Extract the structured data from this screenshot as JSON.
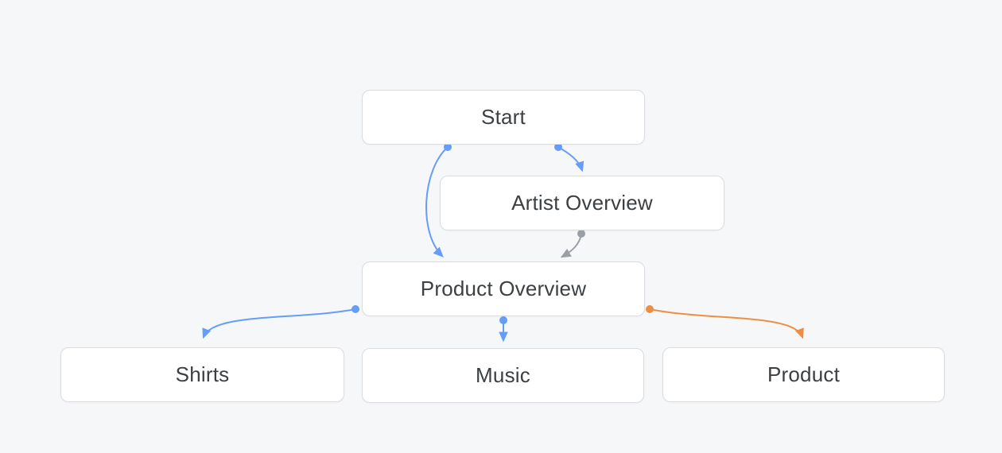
{
  "diagram": {
    "background_color": "#F6F7F9",
    "node_border_color": "#DADCE0",
    "node_text_color": "#3C4043"
  },
  "edge_colors": {
    "blue": "#669DF6",
    "gray": "#9AA0A6",
    "orange": "#EC8F44"
  },
  "nodes": [
    {
      "id": "start",
      "label": "Start"
    },
    {
      "id": "artist-overview",
      "label": "Artist Overview"
    },
    {
      "id": "product-overview",
      "label": "Product Overview"
    },
    {
      "id": "shirts",
      "label": "Shirts"
    },
    {
      "id": "music",
      "label": "Music"
    },
    {
      "id": "product",
      "label": "Product"
    }
  ],
  "edges": [
    {
      "from": "start",
      "to": "product-overview",
      "color": "#669DF6"
    },
    {
      "from": "start",
      "to": "artist-overview",
      "color": "#669DF6"
    },
    {
      "from": "artist-overview",
      "to": "product-overview",
      "color": "#9AA0A6"
    },
    {
      "from": "product-overview",
      "to": "shirts",
      "color": "#669DF6"
    },
    {
      "from": "product-overview",
      "to": "music",
      "color": "#669DF6"
    },
    {
      "from": "product-overview",
      "to": "product",
      "color": "#EC8F44"
    }
  ]
}
